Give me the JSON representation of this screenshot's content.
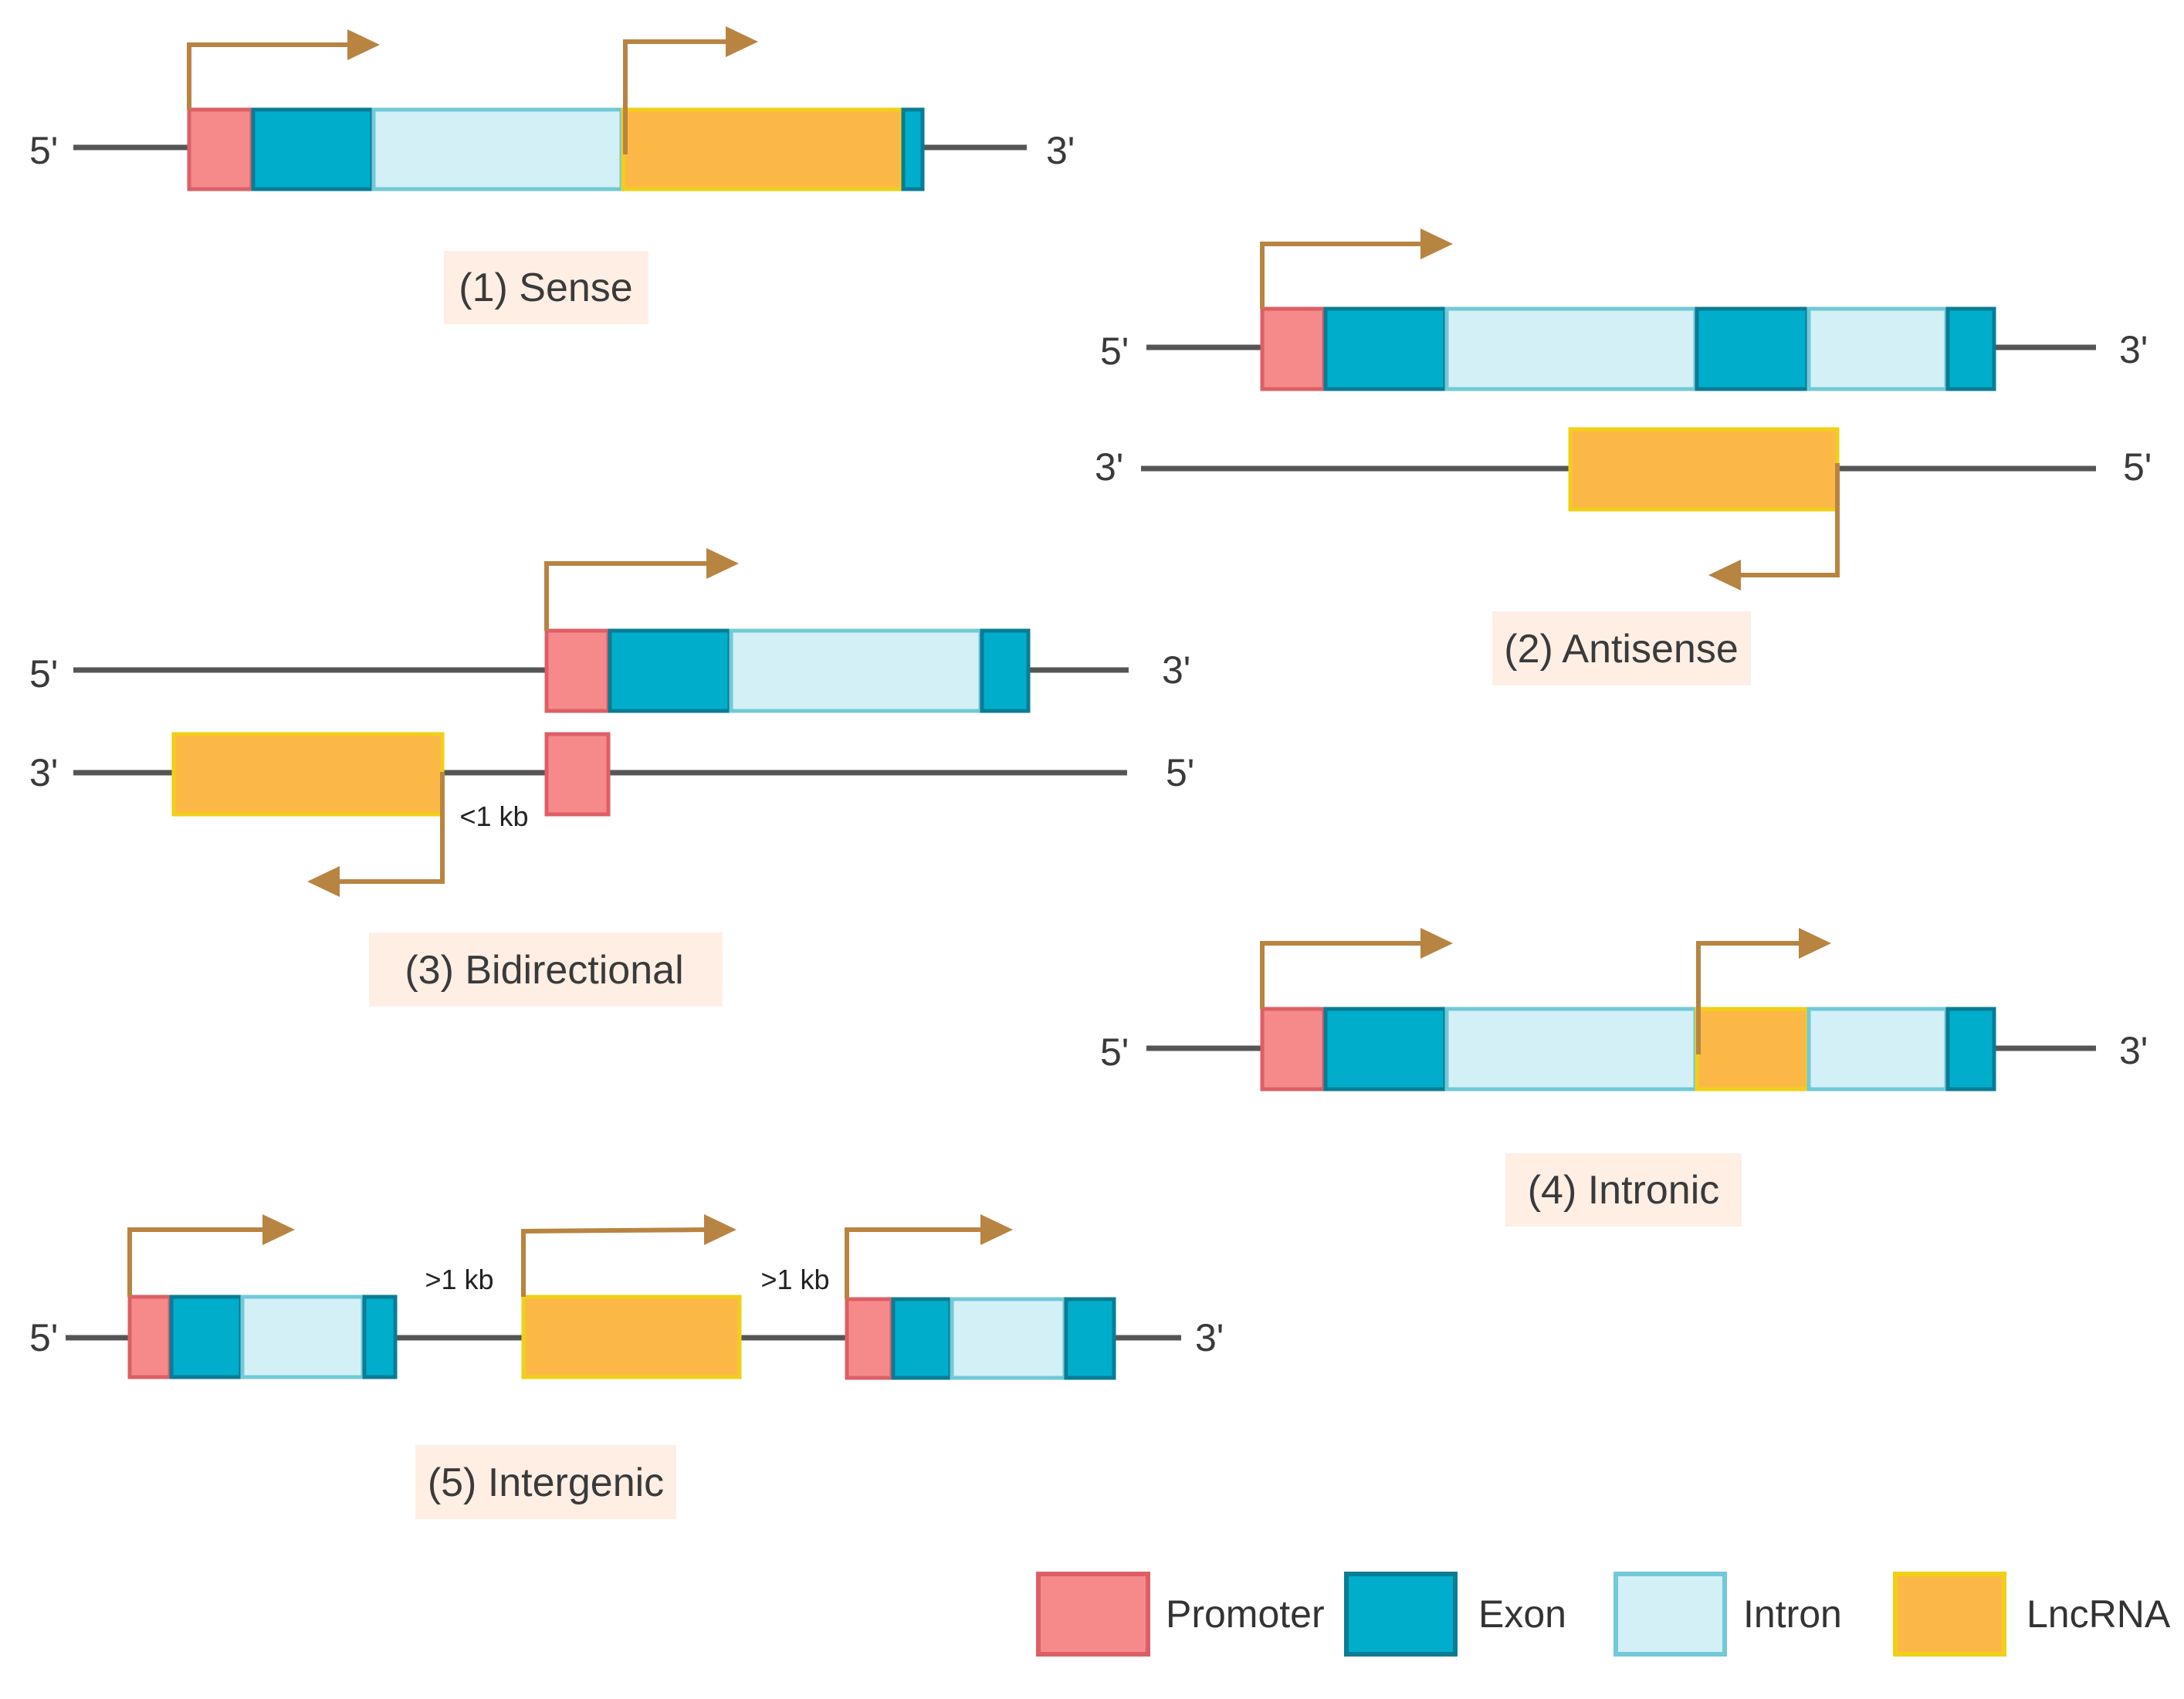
{
  "colors": {
    "promoter_fill": "#F68A8B",
    "promoter_stroke": "#DD5F66",
    "exon_fill": "#00AECB",
    "exon_stroke": "#0A7C95",
    "intron_fill": "#D3F0F6",
    "intron_stroke": "#72C9D8",
    "lncrna_fill": "#FBB847",
    "lncrna_stroke": "#F2CF17",
    "arrow": "#B88442",
    "line": "#555555",
    "caption_bg": "#FFEEE3"
  },
  "strand_labels": {
    "five_prime": "5'",
    "three_prime": "3'"
  },
  "captions": {
    "sense": "(1) Sense",
    "antisense": "(2) Antisense",
    "bidirectional": "(3) Bidirectional",
    "intronic": "(4) Intronic",
    "intergenic": "(5) Intergenic"
  },
  "distances": {
    "bidirectional_gap": "<1 kb",
    "intergenic_gap_1": ">1 kb",
    "intergenic_gap_2": ">1 kb"
  },
  "legend": [
    {
      "key": "promoter",
      "label": "Promoter"
    },
    {
      "key": "exon",
      "label": "Exon"
    },
    {
      "key": "intron",
      "label": "Intron"
    },
    {
      "key": "lncrna",
      "label": "LncRNA"
    }
  ]
}
